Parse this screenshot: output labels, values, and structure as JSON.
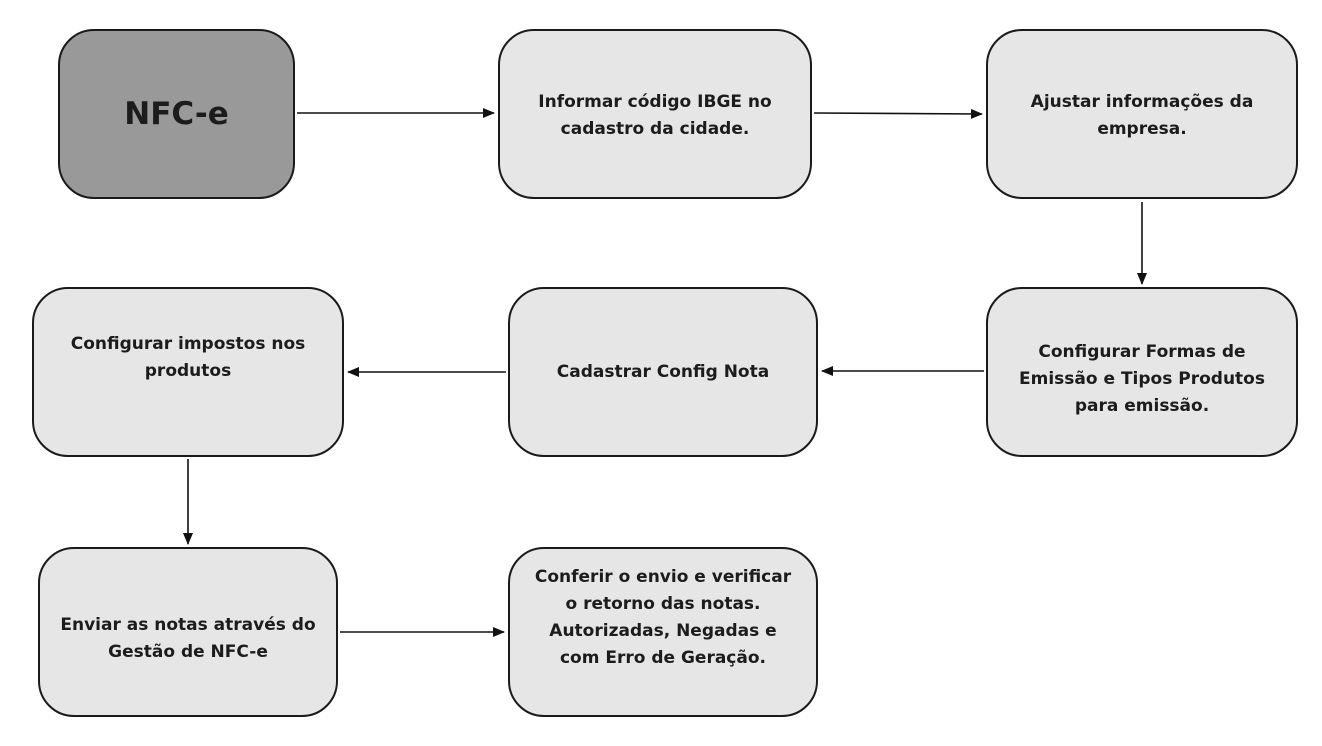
{
  "diagram": {
    "nodes": {
      "start": "NFC-e",
      "ibge": "Informar código IBGE no\ncadastro da cidade.",
      "empresa": "Ajustar informações da\nempresa.",
      "formas": "Configurar Formas de\nEmissão e Tipos Produtos\npara emissão.",
      "config_nota": "Cadastrar Config Nota",
      "impostos": "Configurar impostos nos\nprodutos",
      "enviar": "Enviar as notas através do\nGestão de NFC-e",
      "conferir": "Conferir o envio e verificar\no retorno das notas.\nAutorizadas, Negadas e\ncom Erro de Geração."
    },
    "edges": [
      {
        "from": "start",
        "to": "ibge"
      },
      {
        "from": "ibge",
        "to": "empresa"
      },
      {
        "from": "empresa",
        "to": "formas"
      },
      {
        "from": "formas",
        "to": "config_nota"
      },
      {
        "from": "config_nota",
        "to": "impostos"
      },
      {
        "from": "impostos",
        "to": "enviar"
      },
      {
        "from": "enviar",
        "to": "conferir"
      }
    ],
    "colors": {
      "start_fill": "#999999",
      "node_fill": "#e6e6e6",
      "stroke": "#1a1a1a"
    }
  }
}
